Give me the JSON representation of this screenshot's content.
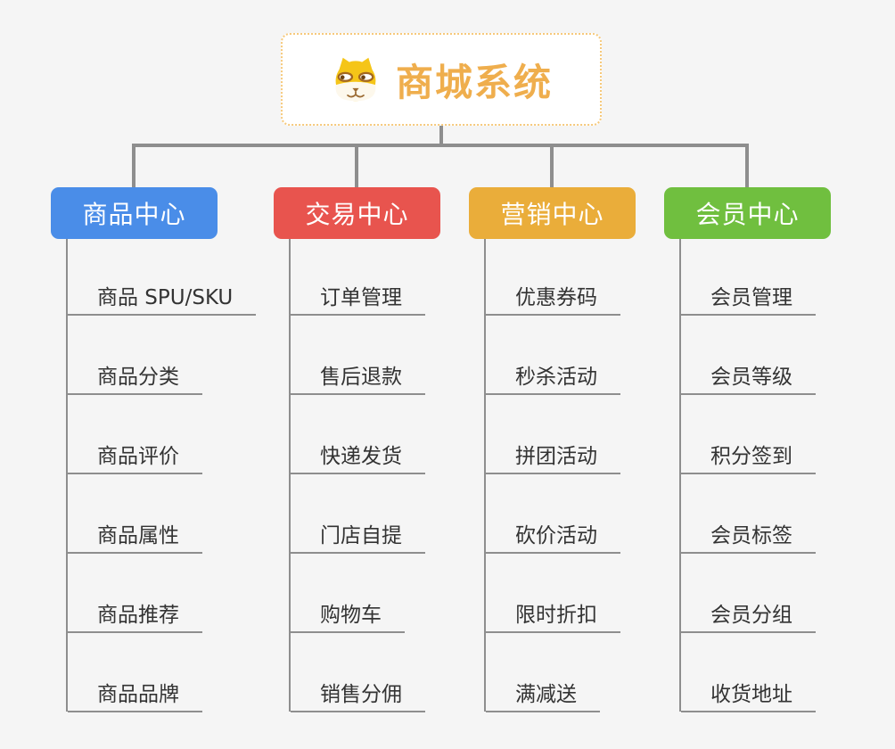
{
  "root": {
    "title": "商城系统",
    "icon": "shiba-dog-icon"
  },
  "branches": [
    {
      "label": "商品中心",
      "color": "#4A8DE8",
      "children": [
        "商品 SPU/SKU",
        "商品分类",
        "商品评价",
        "商品属性",
        "商品推荐",
        "商品品牌"
      ]
    },
    {
      "label": "交易中心",
      "color": "#E8544E",
      "children": [
        "订单管理",
        "售后退款",
        "快递发货",
        "门店自提",
        "购物车",
        "销售分佣"
      ]
    },
    {
      "label": "营销中心",
      "color": "#EAAD3A",
      "children": [
        "优惠券码",
        "秒杀活动",
        "拼团活动",
        "砍价活动",
        "限时折扣",
        "满减送"
      ]
    },
    {
      "label": "会员中心",
      "color": "#70BF3F",
      "children": [
        "会员管理",
        "会员等级",
        "积分签到",
        "会员标签",
        "会员分组",
        "收货地址"
      ]
    }
  ],
  "colors": {
    "background": "#F5F5F5",
    "connector": "#8E8E8E",
    "root_border": "#F6C97B",
    "root_text": "#EFAE4D",
    "leaf_text": "#333333",
    "branch_text": "#FFFFFF"
  }
}
